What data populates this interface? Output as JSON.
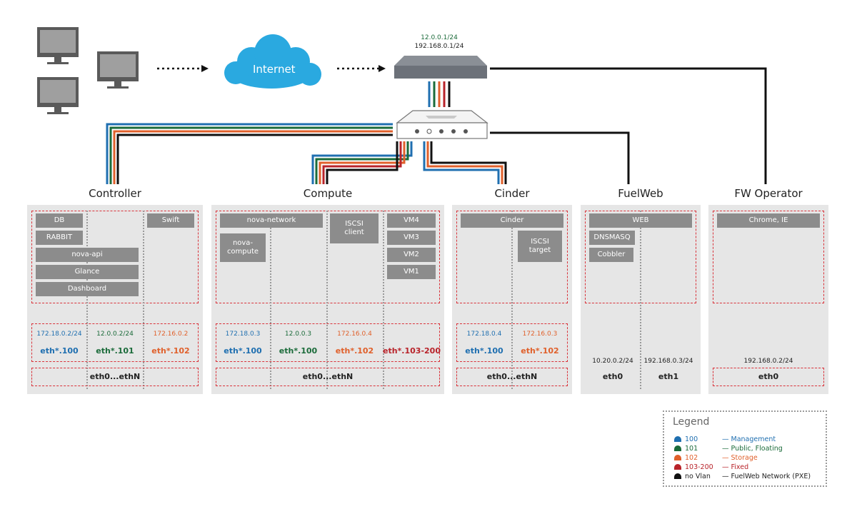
{
  "cloud": {
    "label": "Internet"
  },
  "gateway": {
    "ip_public": "12.0.0.1/24",
    "ip_mgmt": "192.168.0.1/24"
  },
  "colors": {
    "vlan100": "#1f6fb0",
    "vlan101": "#1b6b3a",
    "vlan102": "#e0602b",
    "vlan103": "#b8232a",
    "novlan": "#111111",
    "panel": "#e6e6e6",
    "service": "#8c8c8c",
    "dashed": "#d9323a",
    "cloud": "#2aa9e0"
  },
  "nodes": {
    "controller": {
      "title": "Controller",
      "services": [
        "DB",
        "RABBIT",
        "nova-api",
        "Glance",
        "Dashboard",
        "Swift"
      ],
      "ips": [
        "172.18.0.2/24",
        "12.0.0.2/24",
        "172.16.0.2"
      ],
      "eths": [
        "eth*.100",
        "eth*.101",
        "eth*.102"
      ],
      "base": "eth0...ethN"
    },
    "compute": {
      "title": "Compute",
      "services": [
        "nova-network",
        "nova-\ncompute",
        "ISCSI\nclient",
        "VM4",
        "VM3",
        "VM2",
        "VM1"
      ],
      "ips": [
        "172.18.0.3",
        "12.0.0.3",
        "172.16.0.4"
      ],
      "eths": [
        "eth*.100",
        "eth*.100",
        "eth*.102",
        "eth*.103-200"
      ],
      "base": "eth0...ethN"
    },
    "cinder": {
      "title": "Cinder",
      "services": [
        "Cinder",
        "ISCSI\ntarget"
      ],
      "ips": [
        "172.18.0.4",
        "172.16.0.3"
      ],
      "eths": [
        "eth*.100",
        "eth*.102"
      ],
      "base": "eth0...ethN"
    },
    "fuelweb": {
      "title": "FuelWeb",
      "services": [
        "WEB",
        "DNSMASQ",
        "Cobbler"
      ],
      "ips": [
        "10.20.0.2/24",
        "192.168.0.3/24"
      ],
      "eths": [
        "eth0",
        "eth1"
      ]
    },
    "fwoperator": {
      "title": "FW Operator",
      "services": [
        "Chrome, IE"
      ],
      "ips": [
        "192.168.0.2/24"
      ],
      "eths": [
        "eth0"
      ]
    }
  },
  "legend": {
    "title": "Legend",
    "rows": [
      {
        "code": "100",
        "desc": "— Management"
      },
      {
        "code": "101",
        "desc": "— Public, Floating"
      },
      {
        "code": "102",
        "desc": "— Storage"
      },
      {
        "code": "103-200",
        "desc": "— Fixed"
      },
      {
        "code": "no Vlan",
        "desc": "— FuelWeb Network (PXE)"
      }
    ]
  }
}
